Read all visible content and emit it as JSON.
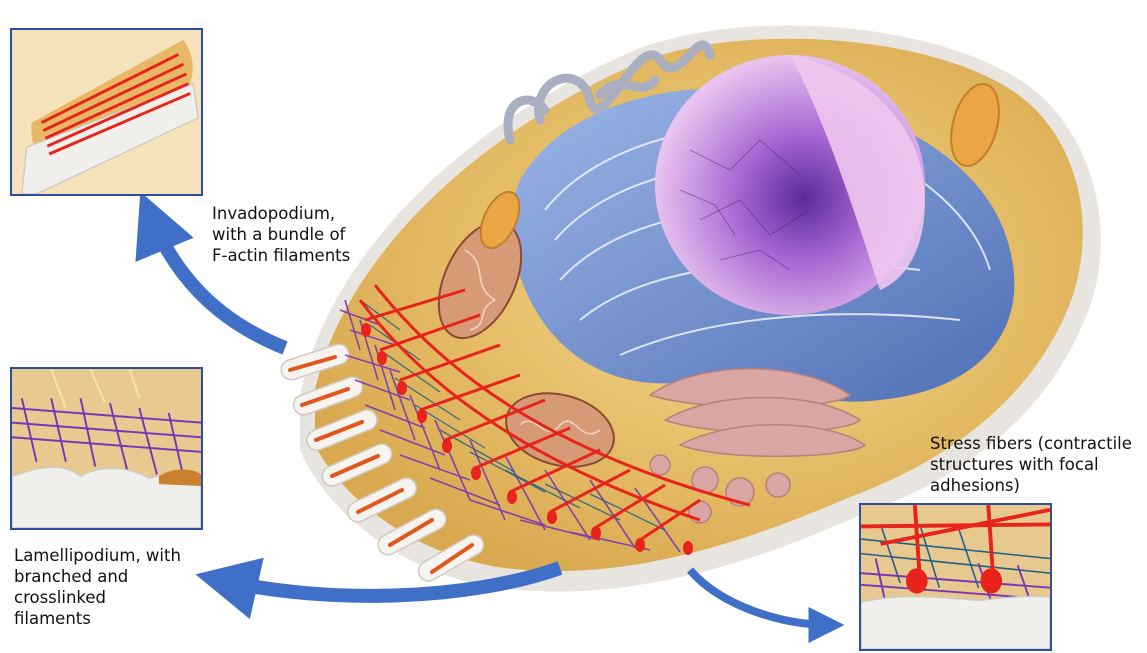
{
  "labels": {
    "invadopodium": "Invadopodium,\nwith a bundle of\nF-actin filaments",
    "lamellipodium": "Lamellipodium, with\nbranched and\ncrosslinked\nfilaments",
    "stress_fibers": "Stress fibers (contractile\nstructures with focal\nadhesions)"
  },
  "colors": {
    "arrow": "#3f6fc6",
    "inset_border": "#2e4ea0",
    "actin_red": "#e8231c",
    "branched_purple": "#7a35b5",
    "crosslink_teal": "#1d5f86",
    "nucleus": "#c98ee0",
    "er": "#7f9fd8",
    "golgi": "#d7a3a3"
  }
}
